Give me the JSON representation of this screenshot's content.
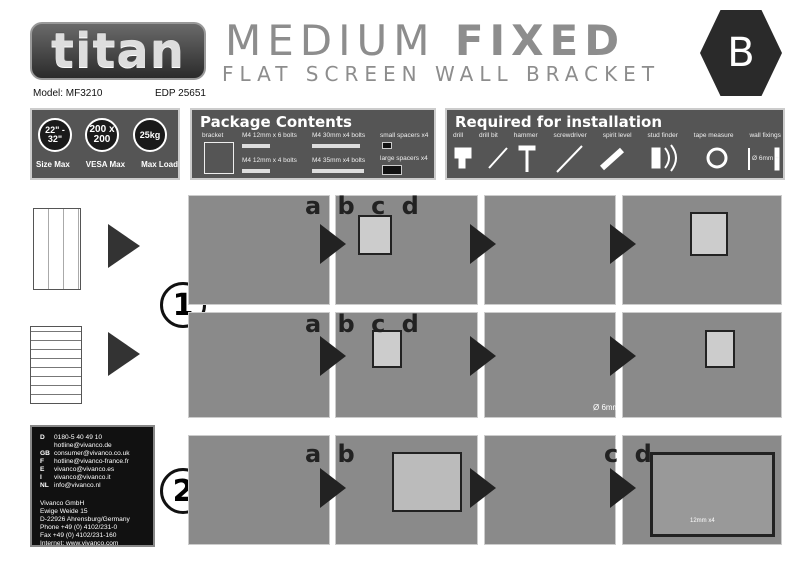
{
  "header": {
    "logo": "titan",
    "title_light": "MEDIUM",
    "title_bold": "FIXED",
    "subtitle": "FLAT SCREEN WALL BRACKET",
    "badge": "B",
    "model": "Model: MF3210",
    "edp": "EDP 25651"
  },
  "specs": {
    "size": "22\" - 32\"",
    "vesa": "200 x 200",
    "load": "25kg",
    "labels": [
      "Size Max",
      "VESA Max",
      "Max Load"
    ]
  },
  "package": {
    "title": "Package Contents",
    "items": [
      "bracket",
      "M4 12mm x 6 bolts",
      "M4 12mm x 4 bolts",
      "M4 30mm x4 bolts",
      "M4 35mm x4 bolts",
      "small spacers x4",
      "large spacers x4"
    ]
  },
  "required": {
    "title": "Required for installation",
    "tools": [
      "drill",
      "drill bit",
      "hammer",
      "screwdriver",
      "spirit level",
      "stud finder",
      "tape measure",
      "wall fixings"
    ],
    "fixing_size": "Ø 6mm +"
  },
  "steps": {
    "step1": "1",
    "step2": "2",
    "letters_abcd": "a b c d",
    "letters_ab": "a b",
    "letters_cd": "c d",
    "drill_size": "Ø 6mm",
    "bolt_note": "12mm x4"
  },
  "contact": {
    "lines": [
      [
        "D",
        "0180-5 40 49 10"
      ],
      [
        "",
        "hotline@vivanco.de"
      ],
      [
        "GB",
        "consumer@vivanco.co.uk"
      ],
      [
        "F",
        "hotline@vivanco-france.fr"
      ],
      [
        "E",
        "vivanco@vivanco.es"
      ],
      [
        "I",
        "vivanco@vivanco.it"
      ],
      [
        "NL",
        "info@vivanco.nl"
      ]
    ],
    "company": "Vivanco GmbH",
    "street": "Ewige Weide 15",
    "city": "D-22926 Ahrensburg/Germany",
    "phone": "Phone +49 (0) 4102/231-0",
    "fax": "Fax +49 (0) 4102/231-160",
    "web": "Internet: www.vivanco.com"
  }
}
